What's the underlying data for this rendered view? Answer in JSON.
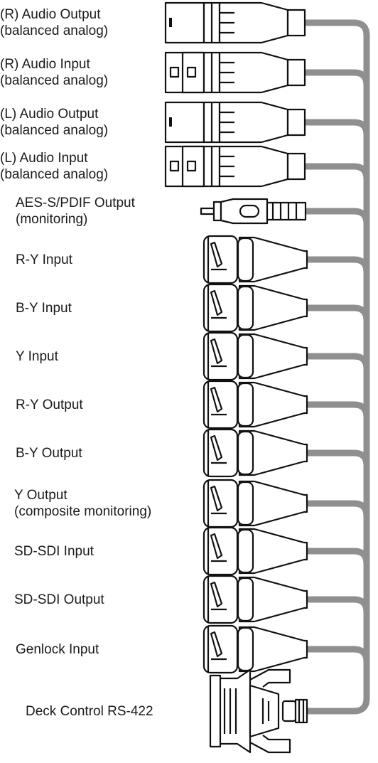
{
  "diagram": {
    "connectors": [
      {
        "id": "r-audio-out",
        "type": "xlr-female",
        "lines": [
          "(R) Audio Output",
          "(balanced analog)"
        ]
      },
      {
        "id": "r-audio-in",
        "type": "xlr-male",
        "lines": [
          "(R) Audio Input",
          "(balanced analog)"
        ]
      },
      {
        "id": "l-audio-out",
        "type": "xlr-female",
        "lines": [
          "(L) Audio Output",
          "(balanced analog)"
        ]
      },
      {
        "id": "l-audio-in",
        "type": "xlr-male",
        "lines": [
          "(L) Audio Input",
          "(balanced analog)"
        ]
      },
      {
        "id": "aes-spdif-out",
        "type": "rca",
        "lines": [
          "AES-S/PDIF Output",
          "(monitoring)"
        ]
      },
      {
        "id": "ry-in",
        "type": "bnc",
        "lines": [
          "R-Y Input"
        ]
      },
      {
        "id": "by-in",
        "type": "bnc",
        "lines": [
          "B-Y Input"
        ]
      },
      {
        "id": "y-in",
        "type": "bnc",
        "lines": [
          "Y Input"
        ]
      },
      {
        "id": "ry-out",
        "type": "bnc",
        "lines": [
          "R-Y Output"
        ]
      },
      {
        "id": "by-out",
        "type": "bnc",
        "lines": [
          "B-Y Output"
        ]
      },
      {
        "id": "y-out",
        "type": "bnc",
        "lines": [
          "Y Output",
          "(composite monitoring)"
        ]
      },
      {
        "id": "sdi-in",
        "type": "bnc",
        "lines": [
          "SD-SDI Input"
        ]
      },
      {
        "id": "sdi-out",
        "type": "bnc",
        "lines": [
          "SD-SDI Output"
        ]
      },
      {
        "id": "genlock-in",
        "type": "bnc",
        "lines": [
          "Genlock Input"
        ]
      },
      {
        "id": "deck-control",
        "type": "db9",
        "lines": [
          "Deck Control RS-422"
        ]
      }
    ],
    "colors": {
      "cable": "#8f8f8f",
      "outline": "#111111",
      "fill": "#ffffff",
      "text": "#1a1a1a"
    }
  }
}
